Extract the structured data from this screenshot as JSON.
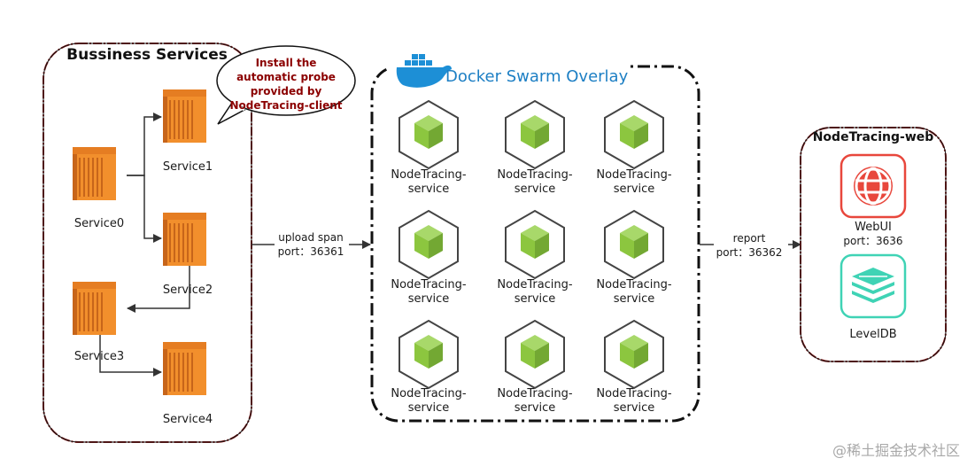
{
  "groups": {
    "business": "Bussiness Services",
    "swarm": "Docker Swarm Overlay",
    "web": "NodeTracing-web"
  },
  "callout": [
    "Install the",
    "automatic probe",
    "provided by",
    "NodeTracing-client"
  ],
  "services": {
    "s0": "Service0",
    "s1": "Service1",
    "s2": "Service2",
    "s3": "Service3",
    "s4": "Service4"
  },
  "node_label": [
    "NodeTracing-",
    "service"
  ],
  "links": {
    "upload": [
      "upload span",
      "port：36361"
    ],
    "report": [
      "report",
      "port：36362"
    ]
  },
  "webui": {
    "name": "WebUI",
    "port": "port：3636"
  },
  "leveldb": {
    "name": "LevelDB"
  },
  "watermark": "@稀土掘金技术社区",
  "colors": {
    "service_orange": "#f28f2c",
    "cube_green": "#8cc63f",
    "web_red": "#e8473c",
    "leveldb_teal": "#3fd3b5",
    "docker_blue": "#1d8fd6",
    "callout_text": "#8b0000"
  }
}
